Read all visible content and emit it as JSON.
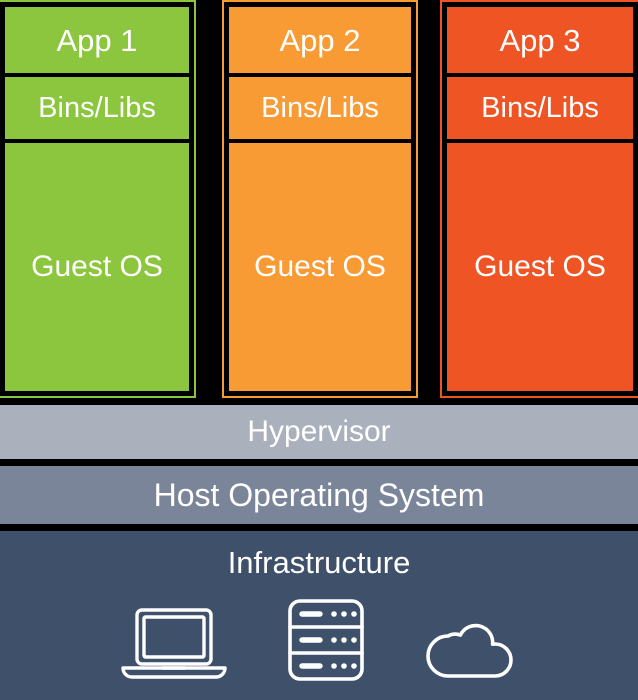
{
  "diagram": {
    "title": "Virtual Machine architecture stack",
    "type": "layered-stack"
  },
  "colors": {
    "background": "#000000",
    "vm1": "#8cc63e",
    "vm2": "#f89b35",
    "vm3": "#ee5424",
    "hypervisor": "#aab0bc",
    "host_os": "#7b8599",
    "infrastructure": "#3f506a",
    "text": "#ffffff"
  },
  "vms": [
    {
      "id": "vm-1",
      "color_name": "green",
      "color": "#8cc63e",
      "app_label": "App 1",
      "bins_label": "Bins/Libs",
      "guest_label": "Guest OS"
    },
    {
      "id": "vm-2",
      "color_name": "orange",
      "color": "#f89b35",
      "app_label": "App 2",
      "bins_label": "Bins/Libs",
      "guest_label": "Guest OS"
    },
    {
      "id": "vm-3",
      "color_name": "red",
      "color": "#ee5424",
      "app_label": "App 3",
      "bins_label": "Bins/Libs",
      "guest_label": "Guest OS"
    }
  ],
  "bands": {
    "hypervisor": "Hypervisor",
    "host_os": "Host Operating System",
    "infrastructure": "Infrastructure"
  },
  "infrastructure_icons": [
    {
      "name": "laptop-icon",
      "label": "laptop"
    },
    {
      "name": "server-rack-icon",
      "label": "server"
    },
    {
      "name": "cloud-icon",
      "label": "cloud"
    }
  ]
}
